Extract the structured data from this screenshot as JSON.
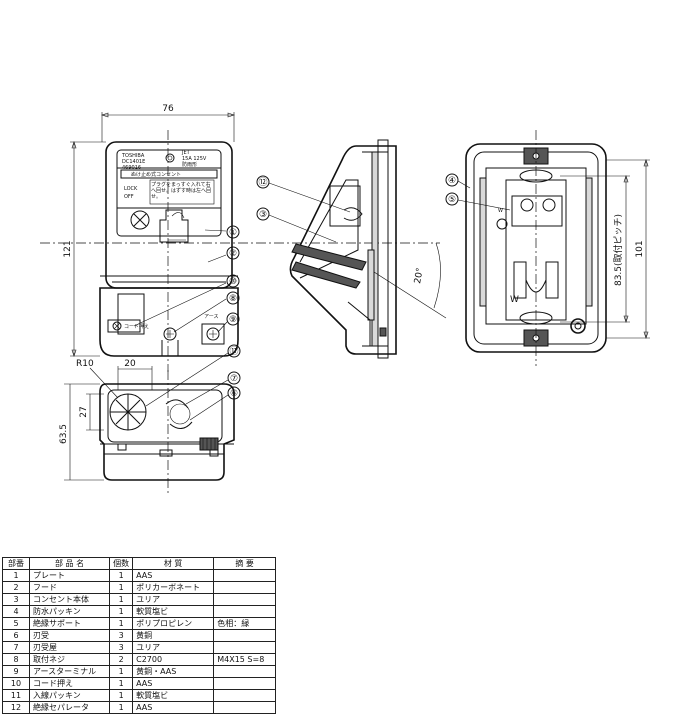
{
  "drawing": {
    "dimensions": {
      "front_width": "76",
      "front_height": "121",
      "plan_width": "20",
      "plan_radius": "R10",
      "plan_depth_a": "27",
      "plan_depth_b": "63.5",
      "side_angle": "20°",
      "back_height": "101",
      "back_pitch": "83.5(取付ピッチ)"
    },
    "callouts": [
      "①",
      "②",
      "③",
      "④",
      "⑤",
      "⑥",
      "⑦",
      "⑧",
      "⑨",
      "⑩",
      "⑪",
      "⑫"
    ],
    "front_labels": {
      "brand": "TOSHIBA",
      "model": "DC1401E",
      "approval_no": "469016",
      "jet": "JET",
      "rating": "15A 125V",
      "spec": "防雨形",
      "plug_title": "ぬけ止め式コンセント",
      "instruction": "プラグをまっすぐ入れて右へ回せ。はずす時は左へ回せ。",
      "lock": "LOCK",
      "off": "OFF",
      "cord_label": "コード押え",
      "earth_label": "アース"
    }
  },
  "parts_table": {
    "headers": [
      "部番",
      "部 品 名",
      "個数",
      "材 質",
      "摘 要"
    ],
    "rows": [
      {
        "no": "1",
        "name": "プレート",
        "qty": "1",
        "material": "AAS",
        "note": ""
      },
      {
        "no": "2",
        "name": "フード",
        "qty": "1",
        "material": "ポリカーボネート",
        "note": ""
      },
      {
        "no": "3",
        "name": "コンセント本体",
        "qty": "1",
        "material": "ユリア",
        "note": ""
      },
      {
        "no": "4",
        "name": "防水パッキン",
        "qty": "1",
        "material": "軟質塩ビ",
        "note": ""
      },
      {
        "no": "5",
        "name": "絶縁サポート",
        "qty": "1",
        "material": "ポリプロピレン",
        "note": "色相：緑"
      },
      {
        "no": "6",
        "name": "刃受",
        "qty": "3",
        "material": "黄銅",
        "note": ""
      },
      {
        "no": "7",
        "name": "刃受屋",
        "qty": "3",
        "material": "ユリア",
        "note": ""
      },
      {
        "no": "8",
        "name": "取付ネジ",
        "qty": "2",
        "material": "C2700",
        "note": "M4X15 S=8"
      },
      {
        "no": "9",
        "name": "アースターミナル",
        "qty": "1",
        "material": "黄銅・AAS",
        "note": ""
      },
      {
        "no": "10",
        "name": "コード押え",
        "qty": "1",
        "material": "AAS",
        "note": ""
      },
      {
        "no": "11",
        "name": "入線パッキン",
        "qty": "1",
        "material": "軟質塩ビ",
        "note": ""
      },
      {
        "no": "12",
        "name": "絶縁セパレータ",
        "qty": "1",
        "material": "AAS",
        "note": ""
      }
    ]
  }
}
